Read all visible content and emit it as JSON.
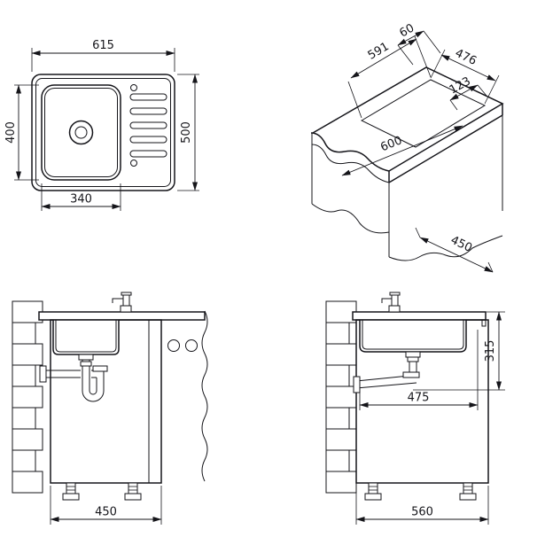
{
  "meta": {
    "background_color": "#ffffff",
    "line_color": "#15151a",
    "drawing_type": "sink technical dimension drawing"
  },
  "views": {
    "top": {
      "overall_width": "615",
      "overall_depth": "500",
      "bowl_depth": "400",
      "bowl_width": "340"
    },
    "iso": {
      "back_ledge": "60",
      "cutout_depth": "476",
      "cutout_width": "591",
      "side_ledge": "123",
      "counter_width": "600",
      "cabinet_depth": "450"
    },
    "front": {
      "cabinet_width": "450"
    },
    "side": {
      "drain_height": "315",
      "trap_offset": "475",
      "overall_width": "560"
    }
  }
}
